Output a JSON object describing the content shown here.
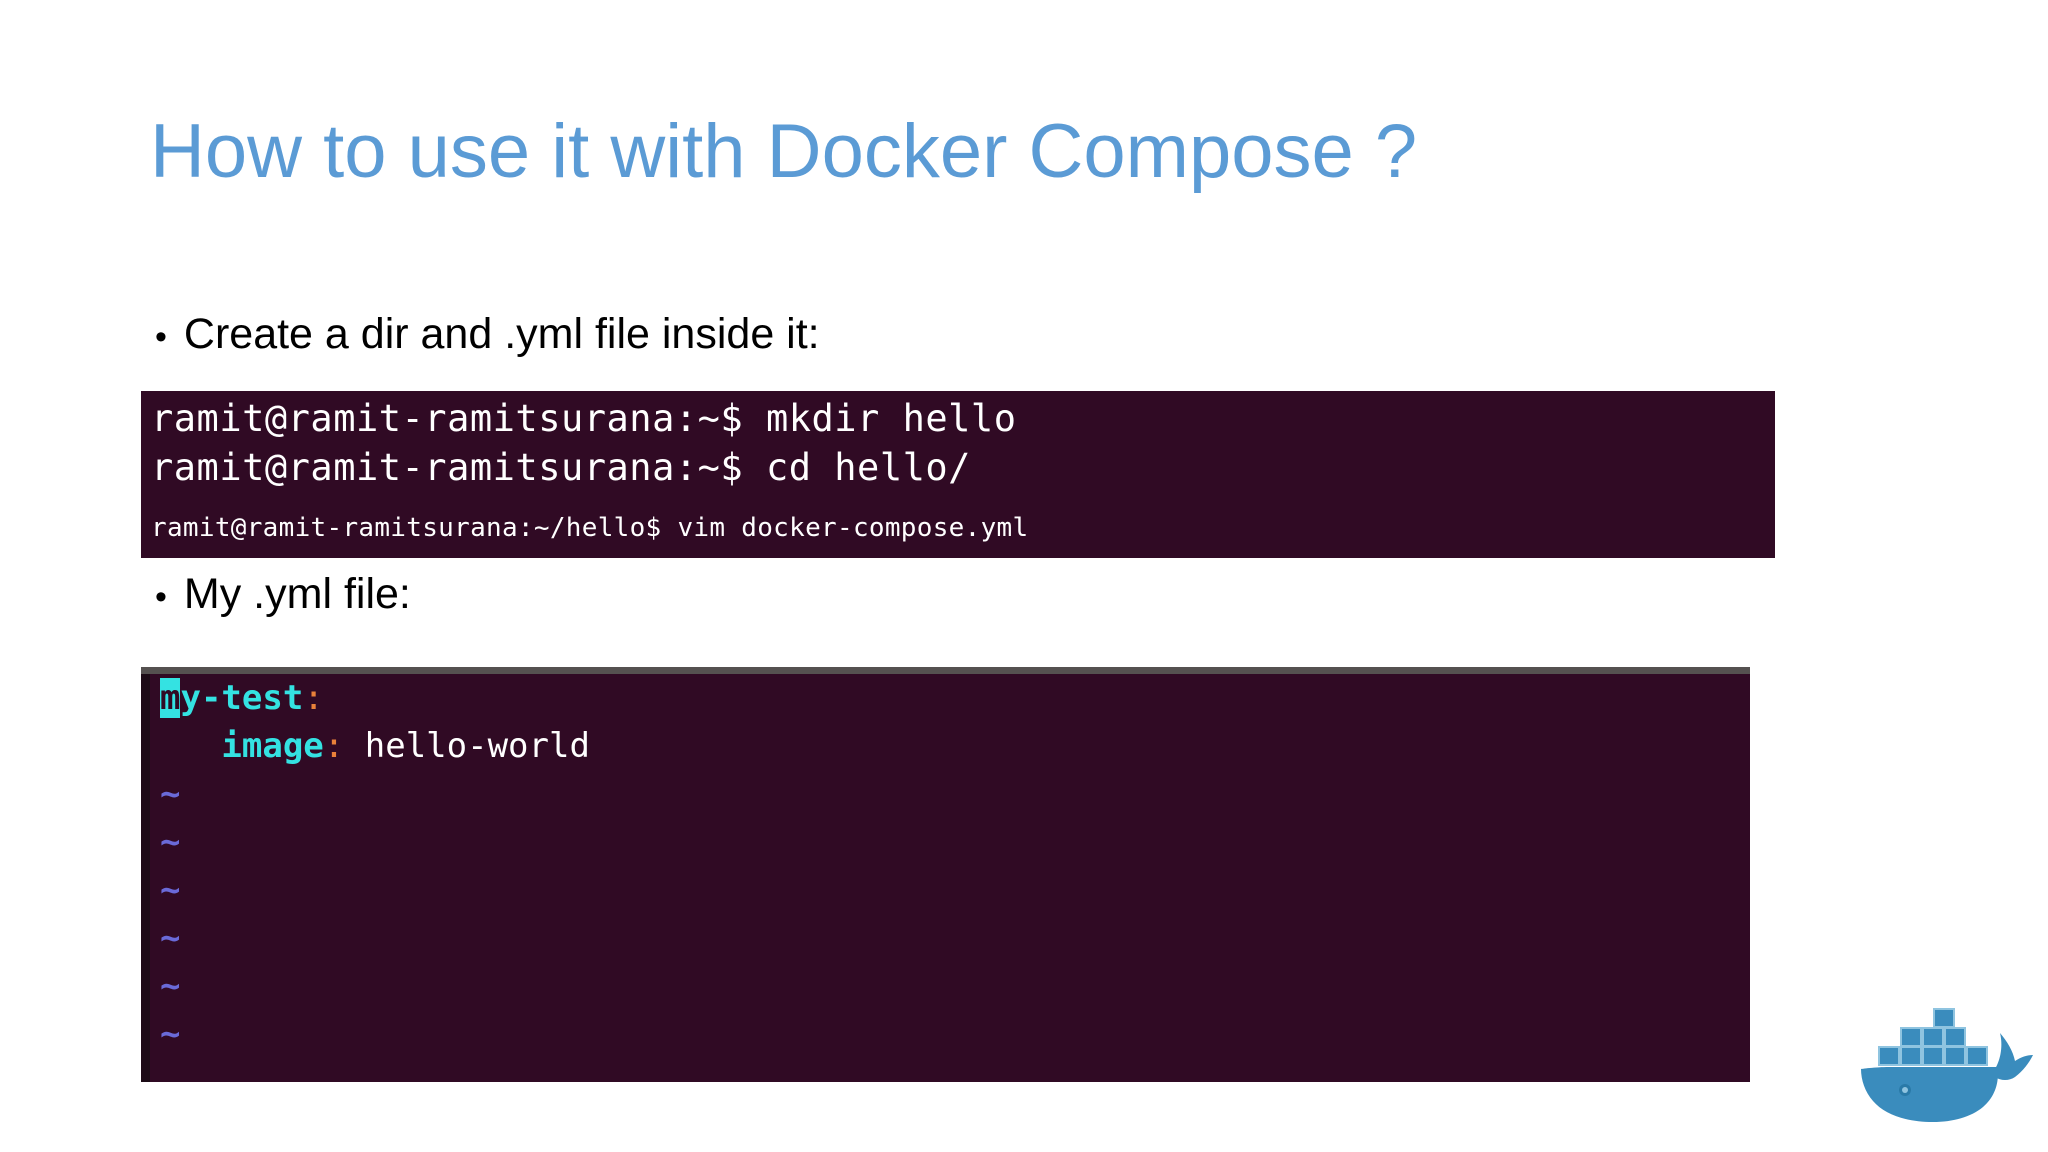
{
  "slide": {
    "title": "How to use it with Docker Compose ?",
    "title_color": "#5B9BD5",
    "background_color": "#ffffff"
  },
  "bullets": [
    {
      "marker": "•",
      "text": "Create a dir and .yml file inside it:"
    },
    {
      "marker": "•",
      "text": "My .yml file:"
    }
  ],
  "terminal": {
    "background_color": "#300A24",
    "text_color": "#ffffff",
    "lines": [
      "ramit@ramit-ramitsurana:~$ mkdir hello",
      "ramit@ramit-ramitsurana:~$ cd hello/",
      "ramit@ramit-ramitsurana:~/hello$ vim docker-compose.yml"
    ]
  },
  "vim": {
    "background_color": "#300A24",
    "cursor_color": "#34E2E2",
    "key_color": "#34E2E2",
    "punct_color": "#E9813A",
    "value_color": "#FFFFFF",
    "tilde_color": "#6A6AD8",
    "cursor_char": "m",
    "line1_key_rest": "y-test",
    "line1_colon": ":",
    "line2_indent": "   ",
    "line2_key": "image",
    "line2_colon": ":",
    "line2_space": " ",
    "line2_value": "hello-world",
    "tilde": "~",
    "tilde_count": 6
  },
  "logo": {
    "name": "docker-whale-logo",
    "body_color": "#3A8CBD",
    "container_color": "#3A8CBD",
    "container_edge_color": "#8FC4E0"
  }
}
